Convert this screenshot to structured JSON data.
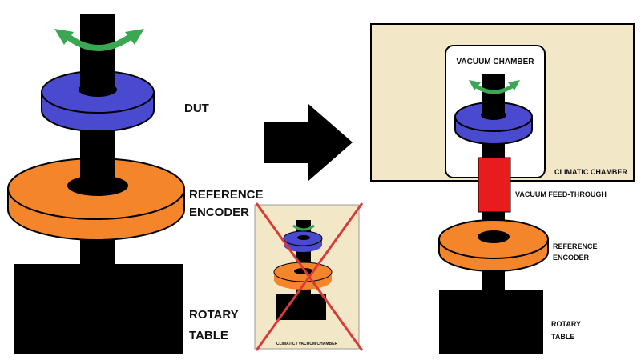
{
  "colors": {
    "shaft": "#000000",
    "dut_disc": "#4a4ad0",
    "encoder_disc": "#f5852a",
    "rotation_arrow": "#3aa852",
    "chamber_fill": "#f2e7c6",
    "feedthrough": "#e81c1c",
    "cross": "#d93a3a"
  },
  "left_setup": {
    "dut_label": "DUT",
    "encoder_label_line1": "REFERENCE",
    "encoder_label_line2": "ENCODER",
    "table_label_line1": "ROTARY",
    "table_label_line2": "TABLE"
  },
  "rejected_setup": {
    "caption": "CLIMATIC / VACUUM CHAMBER"
  },
  "right_setup": {
    "vacuum_chamber_label": "VACUUM CHAMBER",
    "climatic_chamber_label": "CLIMATIC CHAMBER",
    "feedthrough_label": "VACUUM FEED-THROUGH",
    "encoder_label_line1": "REFERENCE",
    "encoder_label_line2": "ENCODER",
    "table_label_line1": "ROTARY",
    "table_label_line2": "TABLE"
  },
  "icons": {
    "transition_arrow": "right-arrow-icon",
    "rotation": "rotation-arrow-icon",
    "rejection": "cross-icon"
  }
}
